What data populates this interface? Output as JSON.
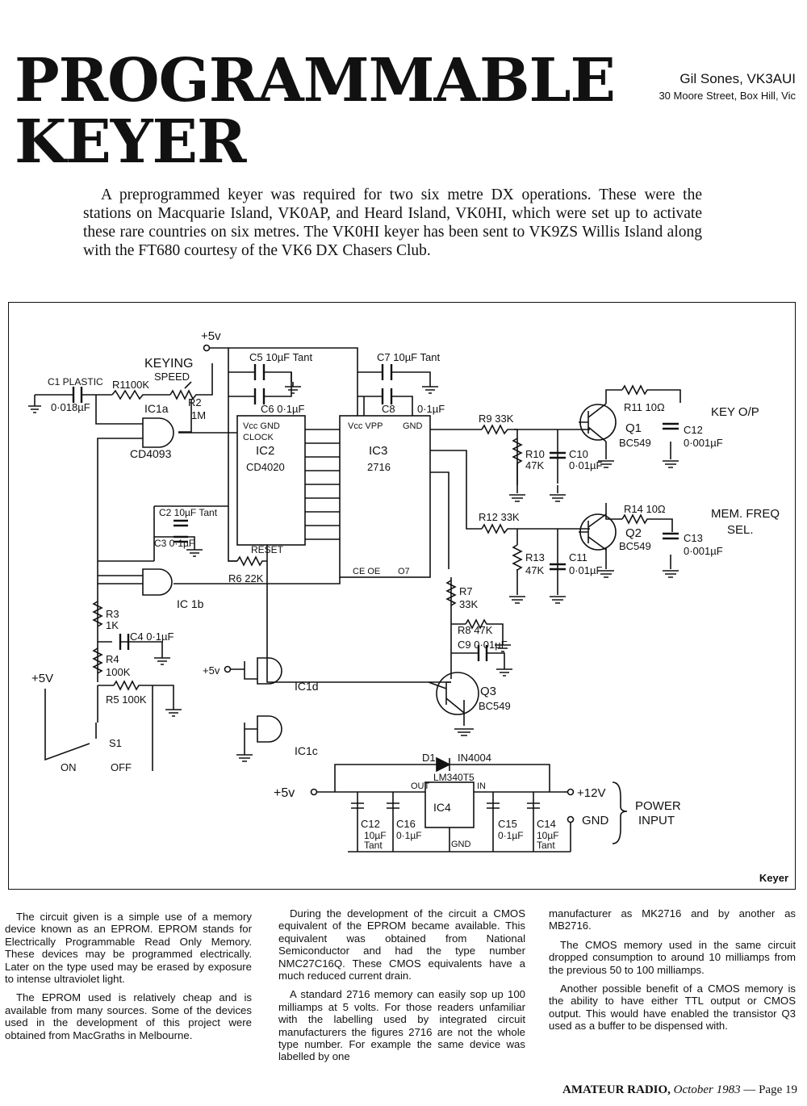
{
  "article": {
    "title_line1": "PROGRAMMABLE",
    "title_line2": "KEYER",
    "author": "Gil Sones, VK3AUI",
    "address": "30 Moore Street, Box Hill, Vic",
    "intro": "A preprogrammed keyer was required for two six metre DX operations. These were the stations on Macquarie Island, VK0AP, and Heard Island, VK0HI, which were set up to activate these rare countries on six metres. The VK0HI keyer has been sent to VK9ZS Willis Island along with the FT680 courtesy of the VK6 DX Chasers Club."
  },
  "figure": {
    "caption": "Keyer",
    "labels": {
      "vplus_top": "+5v",
      "keying": "KEYING",
      "speed": "SPEED",
      "c1": "C1 PLASTIC",
      "c1_val": "0·018µF",
      "r1": "R1100K",
      "r2": "R2",
      "r2_val": "1M",
      "ic1a": "IC1a",
      "cd4093": "CD4093",
      "c5": "C5 10µF Tant",
      "c6": "C6 0·1µF",
      "c7": "C7 10µF Tant",
      "c8": "C8",
      "c8_val": "0·1µF",
      "ic2": "IC2",
      "cd4020": "CD4020",
      "clock": "CLOCK",
      "reset": "RESET",
      "vcc_gnd": "Vcc GND",
      "ic3": "IC3",
      "ic3_type": "2716",
      "vcc_vpp": "Vcc VPP",
      "gnd": "GND",
      "ce_oe": "CE   OE",
      "o7": "O7",
      "r6": "R6 22K",
      "c2": "C2 10µF Tant",
      "c3": "C3 0·1µF",
      "ic1b": "IC 1b",
      "r3": "R3",
      "r3_val": "1K",
      "c4": "C4 0·1µF",
      "r4": "R4",
      "r4_val": "100K",
      "r5": "R5 100K",
      "plus5_left": "+5V",
      "s1": "S1",
      "on": "ON",
      "off": "OFF",
      "plus5_ic1d": "+5v",
      "ic1d": "IC1d",
      "ic1c": "IC1c",
      "r9": "R9 33K",
      "r10": "R10",
      "r10_val": "47K",
      "c10": "C10",
      "c10_val": "0·01µF",
      "r11": "R11 10Ω",
      "q1": "Q1",
      "q1_type": "BC549",
      "c12_top": "C12",
      "c12_top_val": "0·001µF",
      "key_out": "KEY O/P",
      "r12": "R12 33K",
      "r13": "R13",
      "r13_val": "47K",
      "c11": "C11",
      "c11_val": "0·01µF",
      "r14": "R14 10Ω",
      "q2": "Q2",
      "q2_type": "BC549",
      "c13": "C13",
      "c13_val": "0·001µF",
      "mem1": "MEM. FREQ",
      "mem2": "SEL.",
      "r7": "R7",
      "r7_val": "33K",
      "r8": "R8 47K",
      "c9": "C9 0·01µF",
      "q3": "Q3",
      "q3_type": "BC549",
      "d1": "D1",
      "d1_type": "IN4004",
      "lm": "LM340T5",
      "out": "OUT",
      "in": "IN",
      "ic4": "IC4",
      "ic4_gnd": "GND",
      "plus5_psu": "+5v",
      "plus12": "+12V",
      "gnd_psu": "GND",
      "power": "POWER",
      "input": "INPUT",
      "c12b": "C12",
      "c12b_v1": "10µF",
      "c12b_v2": "Tant",
      "c16": "C16",
      "c16_val": "0·1µF",
      "c15": "C15",
      "c15_val": "0·1µF",
      "c14": "C14",
      "c14_v1": "10µF",
      "c14_v2": "Tant"
    }
  },
  "body": {
    "col1": [
      "The circuit given is a simple use of a memory device known as an EPROM. EPROM stands for Electrically Programmable Read Only Memory. These devices may be programmed electrically. Later on the type used may be erased by exposure to intense ultraviolet light.",
      "The EPROM used is relatively cheap and is available from many sources. Some of the devices used in the development of this project were obtained from MacGraths in Melbourne."
    ],
    "col2": [
      "During the development of the circuit a CMOS equivalent of the EPROM became available. This equivalent was obtained from National Semiconductor and had the type number NMC27C16Q. These CMOS equivalents have a much reduced current drain.",
      "A standard 2716 memory can easily sop up 100 milliamps at 5 volts. For those readers unfamiliar with the labelling used by integrated circuit manufacturers the figures 2716 are not the whole type number. For example the same device was labelled by one"
    ],
    "col3": [
      "manufacturer as MK2716 and by another as MB2716.",
      "The CMOS memory used in the same circuit dropped consumption to around 10 milliamps from the previous 50 to 100 milliamps.",
      "Another possible benefit of a CMOS memory is the ability to have either TTL output or CMOS output. This would have enabled the transistor Q3 used as a buffer to be dispensed with."
    ]
  },
  "footer": {
    "magazine": "AMATEUR RADIO,",
    "date": "October 1983",
    "page": "— Page 19"
  }
}
